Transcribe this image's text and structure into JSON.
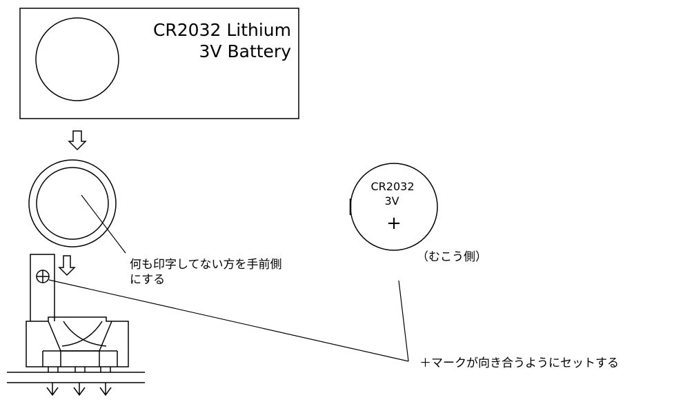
{
  "battery_box": {
    "line1": "CR2032 Lithium",
    "line2": "3V Battery"
  },
  "coin_back": {
    "line1": "CR2032",
    "line2": "3V",
    "plus": "+"
  },
  "labels": {
    "unprinted_side_line1": "何も印字してない方を手前側",
    "unprinted_side_line2": "にする",
    "far_side": "（むこう側）",
    "align_plus": "＋マークが向き合うようにセットする"
  },
  "colors": {
    "stroke": "#000000",
    "background": "#ffffff"
  }
}
